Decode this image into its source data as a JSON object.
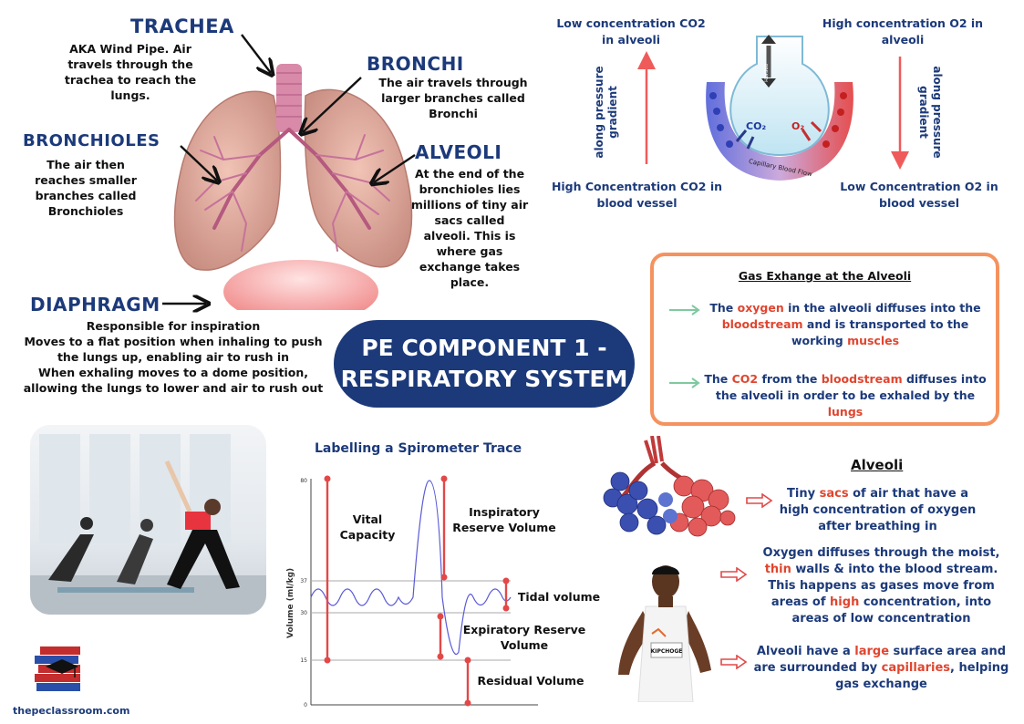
{
  "trachea": {
    "heading": "TRACHEA",
    "text": "AKA Wind Pipe. Air travels through the trachea to reach the lungs."
  },
  "bronchi": {
    "heading": "BRONCHI",
    "text": "The air travels through larger branches called Bronchi"
  },
  "bronchioles": {
    "heading": "BRONCHIOLES",
    "text": "The air then reaches smaller branches called Bronchioles"
  },
  "alveoli_info": {
    "heading": "ALVEOLI",
    "text": "At the end of the bronchioles lies millions of tiny air sacs called alveoli. This is where gas exchange takes place."
  },
  "diaphragm": {
    "heading": "DIAPHRAGM",
    "lines": [
      "Responsible for inspiration",
      "Moves to a flat position when inhaling to push",
      "the lungs up, enabling air to rush in",
      "When exhaling moves to a dome position,",
      "allowing the lungs to lower and air to rush out"
    ]
  },
  "title": {
    "line1": "PE COMPONENT 1 -",
    "line2": "RESPIRATORY SYSTEM"
  },
  "exchange": {
    "top_left": "Low concentration CO2 in alveoli",
    "top_right": "High concentration O2 in alveoli",
    "bottom_left": "High Concentration CO2  in blood vessel",
    "bottom_right": "Low Concentration O2  in blood vessel",
    "gradient_left": "along pressure gradient",
    "gradient_right": "along pressure gradient",
    "co2_label": "CO₂",
    "o2_label": "O₂",
    "flow_label": "Capillary Blood Flow",
    "breath_label": "BREATH"
  },
  "gas_box": {
    "heading": "Gas Exhange at the Alveoli",
    "item1": {
      "a": "The ",
      "b": "oxygen",
      "c": " in the alveoli diffuses into the ",
      "d": "bloodstream",
      "e": " and is transported to the working ",
      "f": "muscles"
    },
    "item2": {
      "a": "The ",
      "b": "CO2",
      "c": " from the ",
      "d": "bloodstream",
      "e": " diffuses into the alveoli in order to be exhaled by the ",
      "f": "lungs"
    }
  },
  "spirometer": {
    "heading": "Labelling a Spirometer Trace",
    "ylabel": "Volume (ml/kg)",
    "ticks": [
      "80",
      "37",
      "30",
      "15",
      "0"
    ],
    "labels": {
      "vital": "Vital Capacity",
      "irv": "Inspiratory Reserve Volume",
      "tidal": "Tidal volume",
      "erv": "Expiratory Reserve Volume",
      "residual": "Residual Volume"
    }
  },
  "alveoli_panel": {
    "heading": "Alveoli",
    "p1": {
      "a": "Tiny ",
      "b": "sacs",
      "c": " of air that have a high concentration of oxygen after breathing in"
    },
    "p2": {
      "a": "Oxygen diffuses through the moist, ",
      "b": "thin",
      "c": " walls & into the blood stream. This happens as gases move from areas of ",
      "d": "high",
      "e": " concentration, into areas of low concentration"
    },
    "p3": {
      "a": "Alveoli have a ",
      "b": "large",
      "c": " surface area and are surrounded by ",
      "d": "capillaries",
      "e": ", helping gas exchange"
    }
  },
  "runner_bib": "KIPCHOGE",
  "footer": {
    "site": "thepeclassroom.com"
  }
}
